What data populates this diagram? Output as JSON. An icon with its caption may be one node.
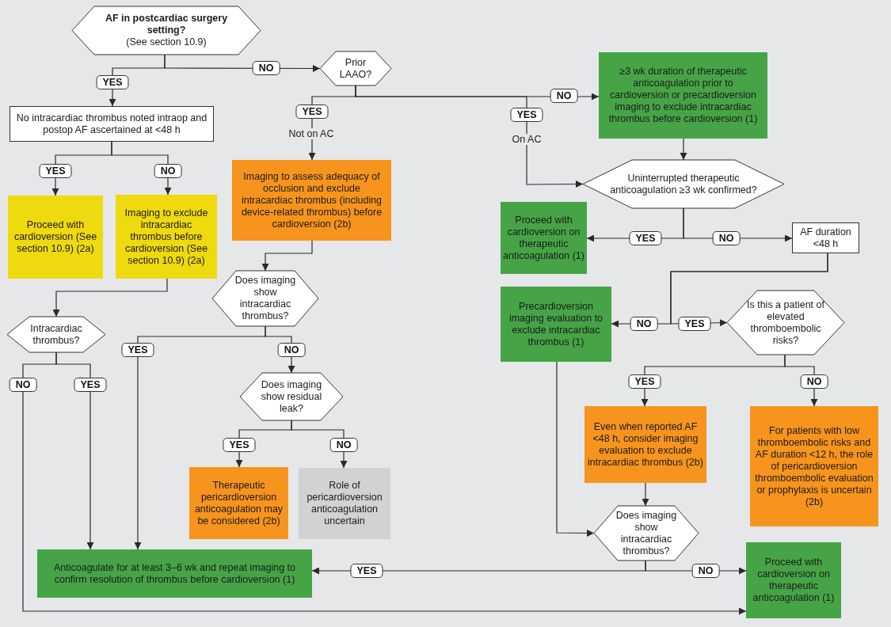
{
  "diagram": {
    "nodes": [
      {
        "text": [
          "AF in postcardiac surgery setting?",
          "(See section 10.9)"
        ]
      },
      {
        "text": [
          "Prior LAAO?"
        ]
      },
      {
        "text": [
          "No intracardiac thrombus noted intraop and postop AF ascertained at <48 h"
        ]
      },
      {
        "text": [
          "Proceed with cardioversion (See section 10.9) (2a)"
        ]
      },
      {
        "text": [
          "Imaging to exclude intracardiac thrombus before cardioversion (See section 10.9) (2a)"
        ]
      },
      {
        "text": [
          "Imaging to assess adequacy of occlusion and exclude intracardiac thrombus (including device-related thrombus) before cardioversion (2b)"
        ]
      },
      {
        "text": [
          "≥3 wk duration of therapeutic anticoagulation prior to cardioversion or precardioversion imaging to exclude intracardiac thrombus before cardioversion (1)"
        ]
      },
      {
        "text": [
          "Uninterrupted therapeutic anticoagulation ≥3 wk confirmed?"
        ]
      },
      {
        "text": [
          "Proceed with cardioversion on therapeutic anticoagulation (1)"
        ]
      },
      {
        "text": [
          "AF duration <48 h"
        ]
      },
      {
        "text": [
          "Intracardiac thrombus?"
        ]
      },
      {
        "text": [
          "Does imaging show intracardiac thrombus?"
        ]
      },
      {
        "text": [
          "Does imaging show residual leak?"
        ]
      },
      {
        "text": [
          "Precardioversion imaging evaluation to exclude intracardiac thrombus (1)"
        ]
      },
      {
        "text": [
          "Is this a patient of elevated thromboembolic risks?"
        ]
      },
      {
        "text": [
          "Therapeutic pericardioversion anticoagulation may be considered (2b)"
        ]
      },
      {
        "text": [
          "Role of pericardioversion anticoagulation uncertain"
        ]
      },
      {
        "text": [
          "Even when reported AF <48 h, consider imaging evaluation to exclude intracardiac thrombus (2b)"
        ]
      },
      {
        "text": [
          "For patients with low thromboembolic risks and AF duration <12 h, the role of pericardioversion thromboembolic evaluation or prophylaxis is uncertain (2b)"
        ]
      },
      {
        "text": [
          "Does imaging show intracardiac thrombus?"
        ]
      },
      {
        "text": [
          "Anticoagulate for at least 3–6 wk and repeat imaging to confirm resolution of thrombus before cardioversion (1)"
        ]
      },
      {
        "text": [
          "Proceed with cardioversion on therapeutic anticoagulation (1)"
        ]
      }
    ],
    "edges": [
      {
        "from": 0,
        "to": 2,
        "arrow": "to",
        "label": "YES"
      },
      {
        "from": 0,
        "to": 1,
        "arrow": "to",
        "label": "NO"
      },
      {
        "from": 1,
        "to": 5,
        "arrow": "to",
        "label": "YES"
      },
      {
        "from": 1,
        "to": 6,
        "arrow": "to",
        "label": "NO"
      },
      {
        "from": 1,
        "to": 7,
        "arrow": "to",
        "label": "YES"
      },
      {
        "from": 2,
        "to": 3,
        "arrow": "to",
        "label": "YES"
      },
      {
        "from": 2,
        "to": 4,
        "arrow": "to",
        "label": "NO"
      },
      {
        "from": 4,
        "to": 10,
        "arrow": "to"
      },
      {
        "from": 10,
        "to": 20,
        "arrow": "to",
        "label": "YES"
      },
      {
        "from": 10,
        "to": 21,
        "arrow": "to",
        "label": "NO"
      },
      {
        "from": 5,
        "to": 11,
        "arrow": "to"
      },
      {
        "from": 11,
        "to": 20,
        "arrow": "to",
        "label": "YES"
      },
      {
        "from": 11,
        "to": 12,
        "arrow": "to",
        "label": "NO"
      },
      {
        "from": 12,
        "to": 15,
        "arrow": "to",
        "label": "YES"
      },
      {
        "from": 12,
        "to": 16,
        "arrow": "to",
        "label": "NO"
      },
      {
        "from": 6,
        "to": 7,
        "arrow": "to"
      },
      {
        "from": 7,
        "to": 8,
        "arrow": "to",
        "label": "YES"
      },
      {
        "from": 7,
        "to": 9,
        "arrow": "to",
        "label": "NO"
      },
      {
        "from": 9,
        "to": 13,
        "arrow": "to",
        "label": "NO"
      },
      {
        "from": 9,
        "to": 14,
        "arrow": "to",
        "label": "YES"
      },
      {
        "from": 14,
        "to": 17,
        "arrow": "to",
        "label": "YES"
      },
      {
        "from": 14,
        "to": 18,
        "arrow": "to",
        "label": "NO"
      },
      {
        "from": 13,
        "to": 19,
        "arrow": "to"
      },
      {
        "from": 17,
        "to": 19,
        "arrow": "to"
      },
      {
        "from": 19,
        "to": 20,
        "arrow": "to",
        "label": "YES"
      },
      {
        "from": 19,
        "to": 21,
        "arrow": "to",
        "label": "NO"
      }
    ],
    "labels": [
      "Not on AC",
      "On AC"
    ]
  }
}
